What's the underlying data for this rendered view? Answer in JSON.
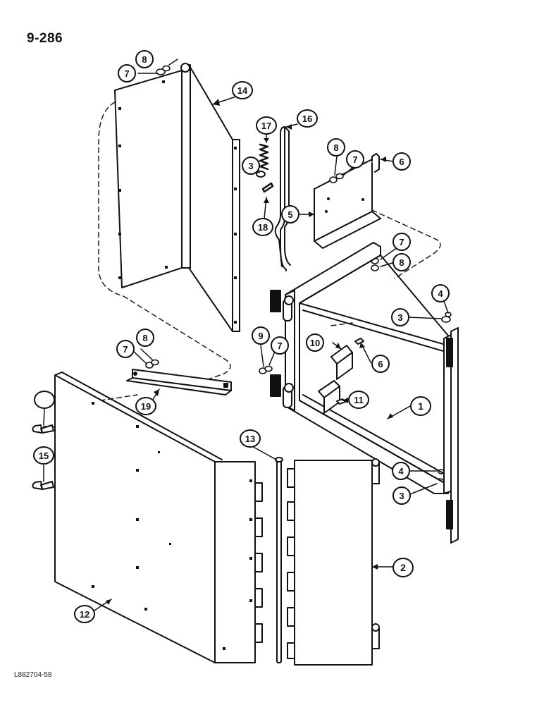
{
  "page_number": "9-286",
  "reference_code": "L882704-58",
  "callouts": [
    {
      "id": "c1",
      "label": "1"
    },
    {
      "id": "c2",
      "label": "2"
    },
    {
      "id": "c3a",
      "label": "3"
    },
    {
      "id": "c3b",
      "label": "3"
    },
    {
      "id": "c3c",
      "label": "3"
    },
    {
      "id": "c4a",
      "label": "4"
    },
    {
      "id": "c4b",
      "label": "4"
    },
    {
      "id": "c5",
      "label": "5"
    },
    {
      "id": "c6a",
      "label": "6"
    },
    {
      "id": "c6b",
      "label": "6"
    },
    {
      "id": "c7a",
      "label": "7"
    },
    {
      "id": "c7b",
      "label": "7"
    },
    {
      "id": "c7c",
      "label": "7"
    },
    {
      "id": "c7d",
      "label": "7"
    },
    {
      "id": "c7e",
      "label": "7"
    },
    {
      "id": "c8a",
      "label": "8"
    },
    {
      "id": "c8b",
      "label": "8"
    },
    {
      "id": "c8c",
      "label": "8"
    },
    {
      "id": "c8d",
      "label": "8"
    },
    {
      "id": "c9",
      "label": "9"
    },
    {
      "id": "c10",
      "label": "10"
    },
    {
      "id": "c11",
      "label": "11"
    },
    {
      "id": "c12",
      "label": "12"
    },
    {
      "id": "c13",
      "label": "13"
    },
    {
      "id": "c14",
      "label": "14"
    },
    {
      "id": "c15",
      "label": "15"
    },
    {
      "id": "c16",
      "label": "16"
    },
    {
      "id": "c17",
      "label": "17"
    },
    {
      "id": "c18",
      "label": "18"
    },
    {
      "id": "c19",
      "label": "19"
    }
  ]
}
